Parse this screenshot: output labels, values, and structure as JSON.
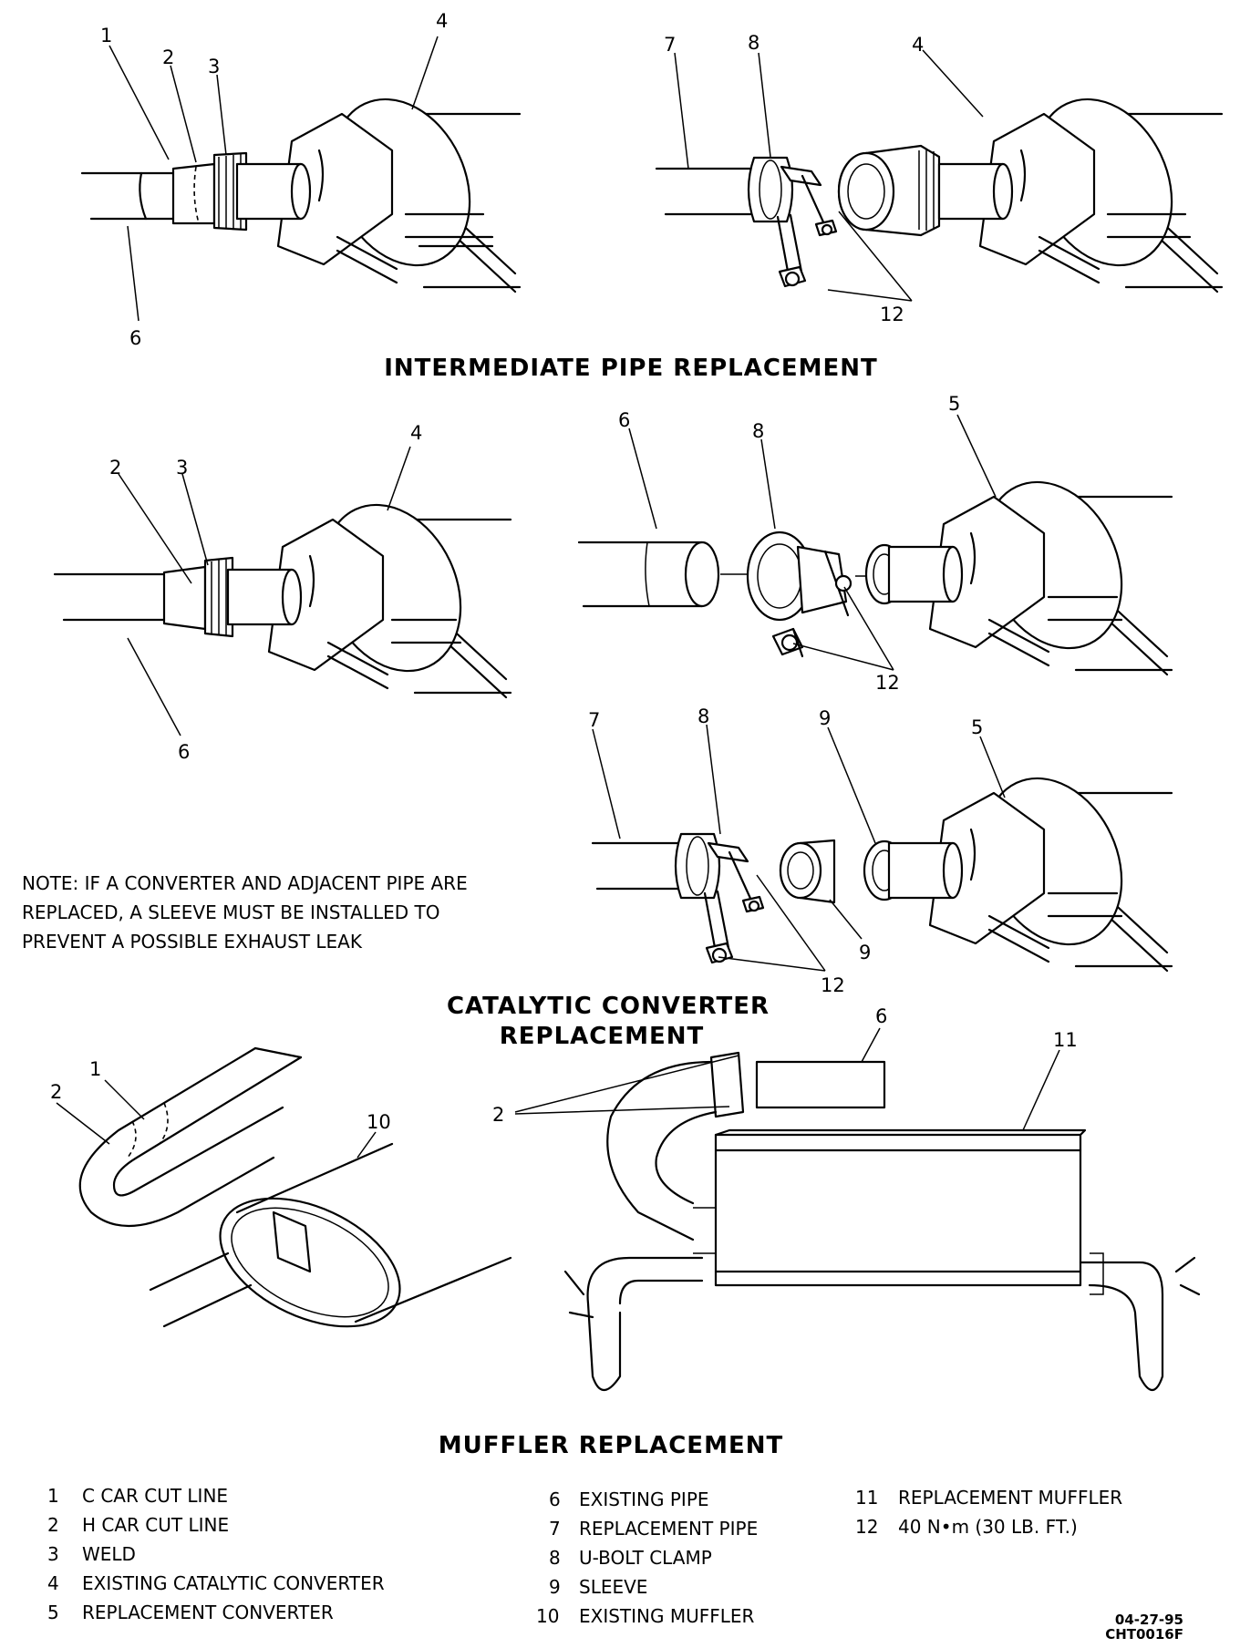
{
  "titles": {
    "intermediate": "INTERMEDIATE PIPE REPLACEMENT",
    "catalytic_line1": "CATALYTIC CONVERTER",
    "catalytic_line2": "REPLACEMENT",
    "muffler": "MUFFLER REPLACEMENT"
  },
  "note": {
    "line1": "NOTE: IF A CONVERTER AND ADJACENT PIPE ARE",
    "line2": "REPLACED, A SLEEVE MUST BE INSTALLED TO",
    "line3": "PREVENT A POSSIBLE EXHAUST LEAK"
  },
  "callouts": {
    "n1": "1",
    "n2": "2",
    "n3": "3",
    "n4": "4",
    "n5": "5",
    "n6": "6",
    "n7": "7",
    "n8": "8",
    "n9": "9",
    "n10": "10",
    "n11": "11",
    "n12": "12"
  },
  "legend": [
    {
      "num": "1",
      "text": "C CAR CUT LINE"
    },
    {
      "num": "2",
      "text": "H CAR CUT LINE"
    },
    {
      "num": "3",
      "text": "WELD"
    },
    {
      "num": "4",
      "text": "EXISTING CATALYTIC CONVERTER"
    },
    {
      "num": "5",
      "text": "REPLACEMENT CONVERTER"
    },
    {
      "num": "6",
      "text": "EXISTING PIPE"
    },
    {
      "num": "7",
      "text": "REPLACEMENT PIPE"
    },
    {
      "num": "8",
      "text": "U-BOLT CLAMP"
    },
    {
      "num": "9",
      "text": "SLEEVE"
    },
    {
      "num": "10",
      "text": "EXISTING MUFFLER"
    },
    {
      "num": "11",
      "text": "REPLACEMENT MUFFLER"
    },
    {
      "num": "12",
      "text": "40 N•m (30 LB. FT.)"
    }
  ],
  "code": {
    "date": "04-27-95",
    "id": "CHT0016F"
  }
}
